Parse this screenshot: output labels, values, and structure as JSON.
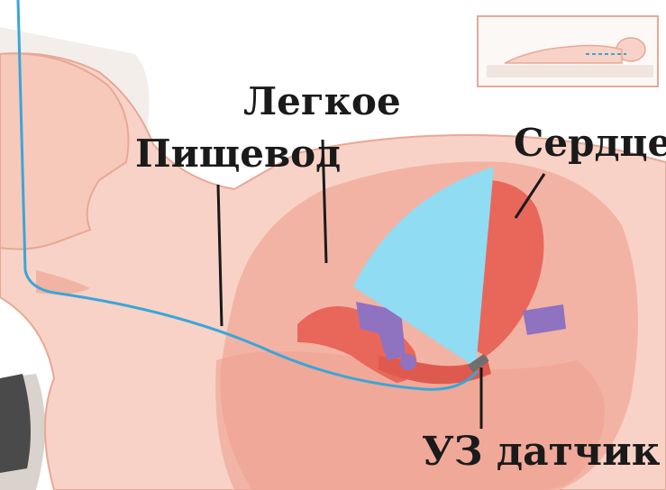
{
  "labels": {
    "lung": "Легкое",
    "esophagus": "Пищевод",
    "heart": "Сердце",
    "probe": "УЗ датчик"
  },
  "colors": {
    "background": "#ffffff",
    "skin": "#f8d2c6",
    "skin_outline": "#e7a896",
    "lung": "#f3b3a4",
    "heart": "#e9675a",
    "vessel_purple": "#8f72c0",
    "ultrasound_beam": "#8fdcf3",
    "esophagus_line": "#3aa6d8",
    "probe": "#6f6f6f",
    "pillow": "#f3eeea"
  },
  "icons": {
    "position_inset": "patient-lying-on-side-icon"
  }
}
